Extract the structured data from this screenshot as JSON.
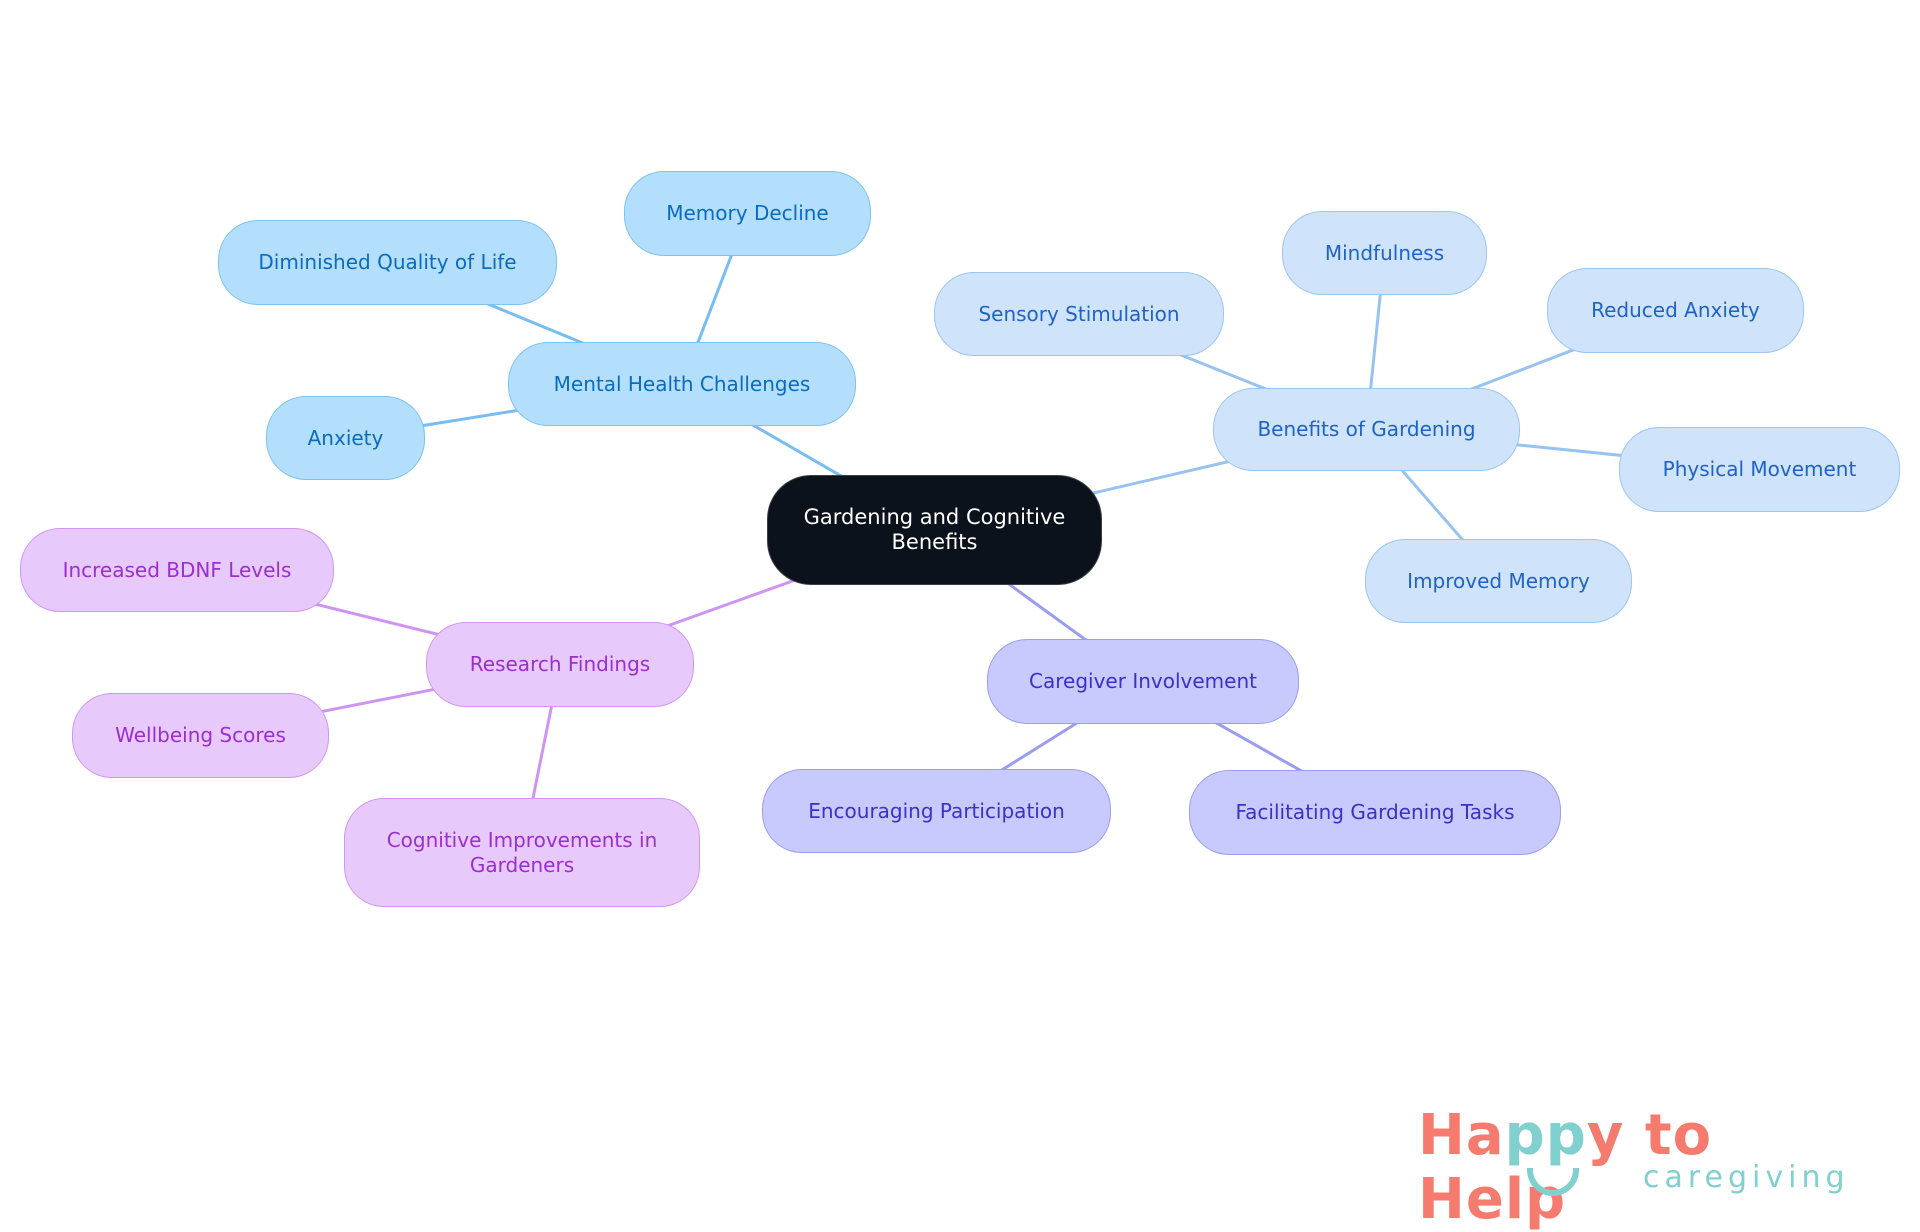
{
  "root": {
    "label": "Gardening and Cognitive Benefits"
  },
  "branches": [
    {
      "id": "mental",
      "label": "Mental Health Challenges",
      "colors": {
        "fill": "#b3dffc",
        "stroke": "#7cc3f2",
        "text": "#0b6bbf",
        "edge": "#78bdf0"
      },
      "children": [
        {
          "id": "memdecline",
          "label": "Memory Decline"
        },
        {
          "id": "diminished",
          "label": "Diminished Quality of Life"
        },
        {
          "id": "anxiety",
          "label": "Anxiety"
        }
      ]
    },
    {
      "id": "benefits",
      "label": "Benefits of Gardening",
      "colors": {
        "fill": "#cfe3fb",
        "stroke": "#9cc5f0",
        "text": "#1f63c4",
        "edge": "#98c2ef"
      },
      "children": [
        {
          "id": "sensory",
          "label": "Sensory Stimulation"
        },
        {
          "id": "mindful",
          "label": "Mindfulness"
        },
        {
          "id": "reduced",
          "label": "Reduced Anxiety"
        },
        {
          "id": "physical",
          "label": "Physical Movement"
        },
        {
          "id": "improved",
          "label": "Improved Memory"
        }
      ]
    },
    {
      "id": "caregiver",
      "label": "Caregiver Involvement",
      "colors": {
        "fill": "#c8c9fd",
        "stroke": "#9b9df1",
        "text": "#3a32c6",
        "edge": "#9a9cf0"
      },
      "children": [
        {
          "id": "encouraging",
          "label": "Encouraging Participation"
        },
        {
          "id": "facilitating",
          "label": "Facilitating Gardening Tasks"
        }
      ]
    },
    {
      "id": "research",
      "label": "Research Findings",
      "colors": {
        "fill": "#e8c9fc",
        "stroke": "#d197f3",
        "text": "#9a2ecf",
        "edge": "#cf94f2"
      },
      "children": [
        {
          "id": "bdnf",
          "label": "Increased BDNF Levels"
        },
        {
          "id": "wellbeing",
          "label": "Wellbeing Scores"
        },
        {
          "id": "cogimp",
          "label": "Cognitive Improvements in Gardeners"
        }
      ]
    }
  ],
  "logo": {
    "text": "Happy to Help",
    "sub": "caregiving",
    "colors": {
      "main": "#f47b6e",
      "accent": "#80d0cf"
    }
  }
}
